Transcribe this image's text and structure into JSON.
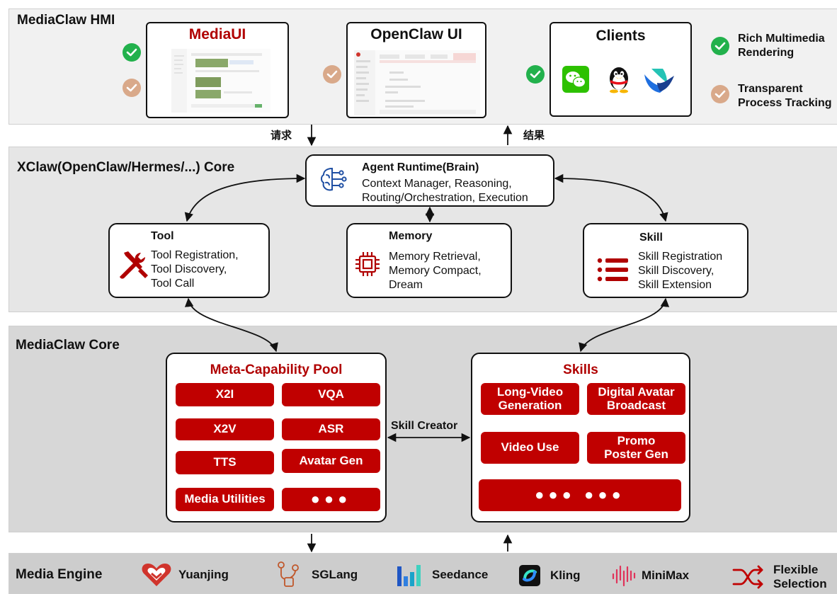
{
  "hmi": {
    "title": "MediaClaw HMI",
    "mediaui_title": "MediaUI",
    "openclaw_title": "OpenClaw UI",
    "clients_title": "Clients",
    "features": [
      {
        "line1": "Rich Multimedia",
        "line2": "Rendering"
      },
      {
        "line1": "Transparent",
        "line2": "Process Tracking"
      }
    ],
    "request_label": "请求",
    "result_label": "结果"
  },
  "xclaw": {
    "title": "XClaw(OpenClaw/Hermes/...) Core",
    "agent": {
      "title": "Agent Runtime(Brain)",
      "line1": "Context Manager, Reasoning,",
      "line2": "Routing/Orchestration, Execution"
    },
    "tool": {
      "title": "Tool",
      "lines": [
        "Tool Registration,",
        "Tool Discovery,",
        "Tool Call"
      ]
    },
    "memory": {
      "title": "Memory",
      "lines": [
        "Memory Retrieval,",
        "Memory Compact,",
        "Dream"
      ]
    },
    "skill": {
      "title": "Skill",
      "lines": [
        "Skill Registration",
        "Skill Discovery,",
        "Skill Extension"
      ]
    }
  },
  "core": {
    "title": "MediaClaw Core",
    "pool": {
      "title": "Meta-Capability Pool",
      "items": [
        "X2I",
        "VQA",
        "X2V",
        "ASR",
        "TTS",
        "Avatar Gen",
        "Media Utilities",
        "●●●"
      ]
    },
    "skill_creator": "Skill Creator",
    "skills": {
      "title": "Skills",
      "items": [
        "Long-Video Generation",
        "Digital Avatar Broadcast",
        "Video Use",
        "Promo Poster Gen",
        "●●● ●●●"
      ]
    }
  },
  "engine": {
    "title": "Media Engine",
    "items": [
      "Yuanjing",
      "SGLang",
      "Seedance",
      "Kling",
      "MiniMax",
      "Flexible Selection"
    ]
  },
  "colors": {
    "accent_red": "#c00000",
    "check_green": "#22b14c",
    "check_tan": "#d9a98a"
  }
}
